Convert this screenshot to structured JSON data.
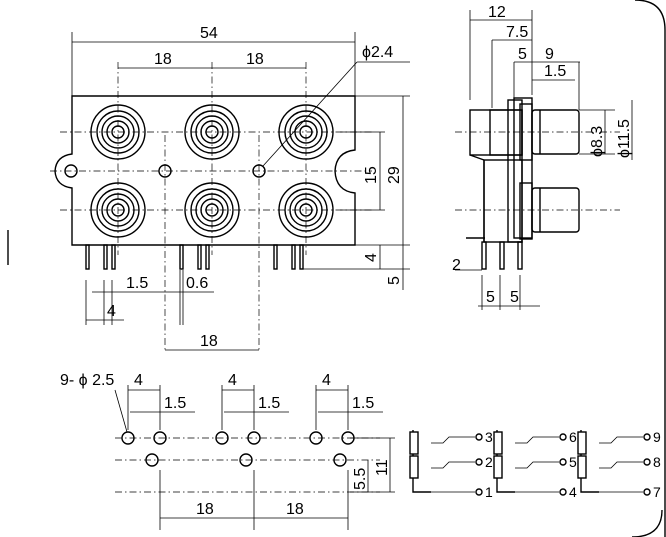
{
  "front_view": {
    "overall_width": "54",
    "pitch_left": "18",
    "pitch_right": "18",
    "hole_dia": "ϕ2.4",
    "dim_15": "15",
    "dim_29": "29",
    "dim_4": "4",
    "dim_5": "5",
    "pin_offset": "1.5",
    "pin_thickness": "0.6",
    "pin_width": "4",
    "pin_pitch": "18"
  },
  "side_view": {
    "dim_12": "12",
    "dim_7_5": "7.5",
    "dim_5": "5",
    "dim_9": "9",
    "dim_1_5": "1.5",
    "dia_8_3": "ϕ8.3",
    "dia_11_5": "ϕ11.5",
    "dim_2": "2",
    "pin_gap_left": "5",
    "pin_gap_right": "5"
  },
  "pcb_layout": {
    "hole_callout": "9- ϕ 2.5",
    "spacing_4": [
      "4",
      "4",
      "4"
    ],
    "spacing_1_5": [
      "1.5",
      "1.5",
      "1.5"
    ],
    "row_offset": "5.5",
    "total_height": "11",
    "pitch_left": "18",
    "pitch_right": "18"
  },
  "schematic": {
    "pins": [
      "3",
      "2",
      "1",
      "6",
      "5",
      "4",
      "9",
      "8",
      "7"
    ]
  }
}
